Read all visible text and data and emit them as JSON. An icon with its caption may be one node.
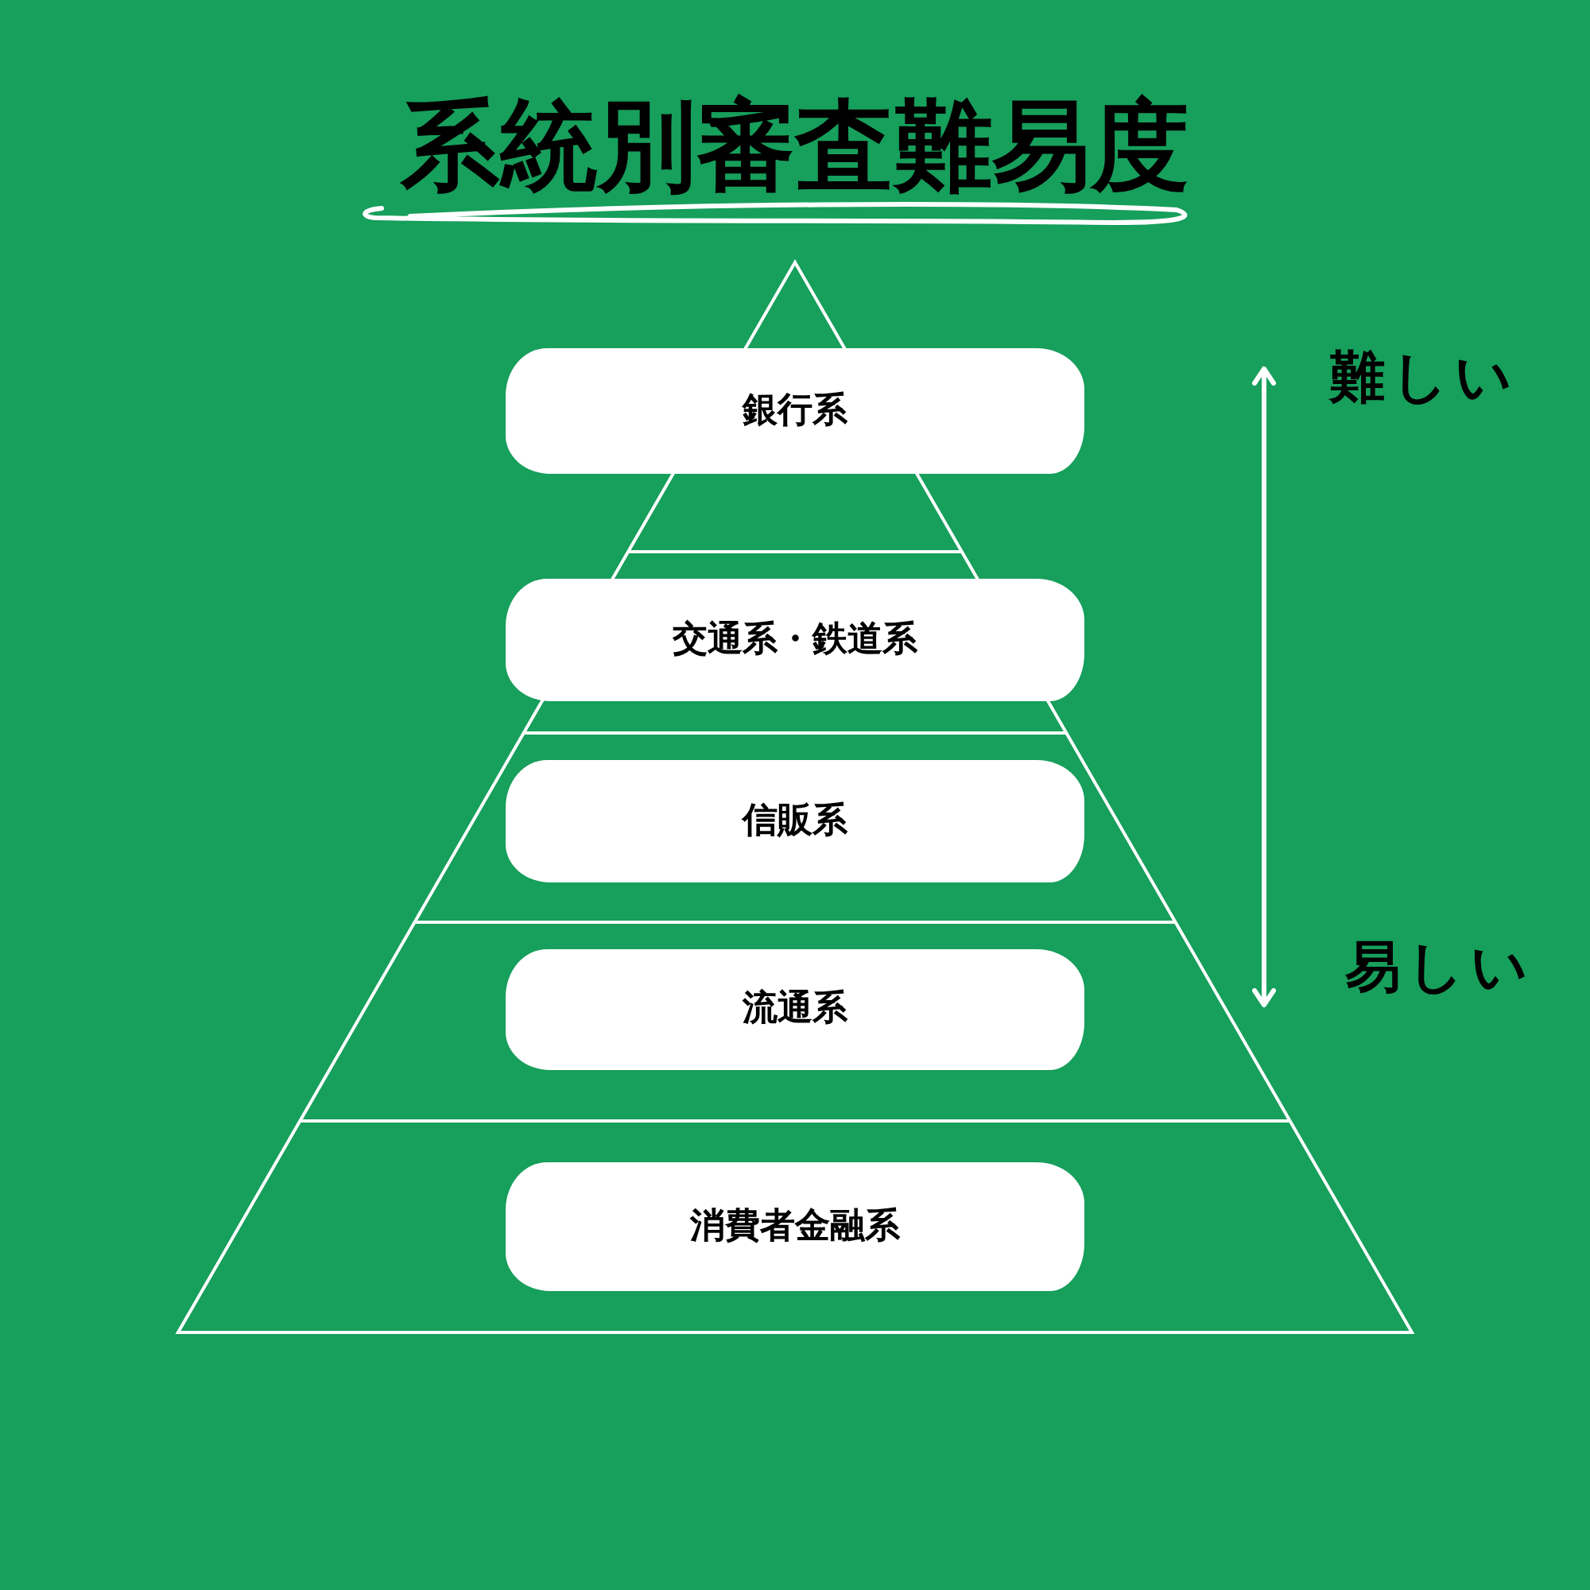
{
  "diagram": {
    "title": "系統別審査難易度",
    "nodes": [
      {
        "text": [
          "銀行系"
        ]
      },
      {
        "text": [
          "交通系・鉄道系"
        ]
      },
      {
        "text": [
          "信販系"
        ]
      },
      {
        "text": [
          "流通系"
        ]
      },
      {
        "text": [
          "消費者金融系"
        ]
      }
    ],
    "labels": [
      "難しい",
      "易しい"
    ]
  }
}
